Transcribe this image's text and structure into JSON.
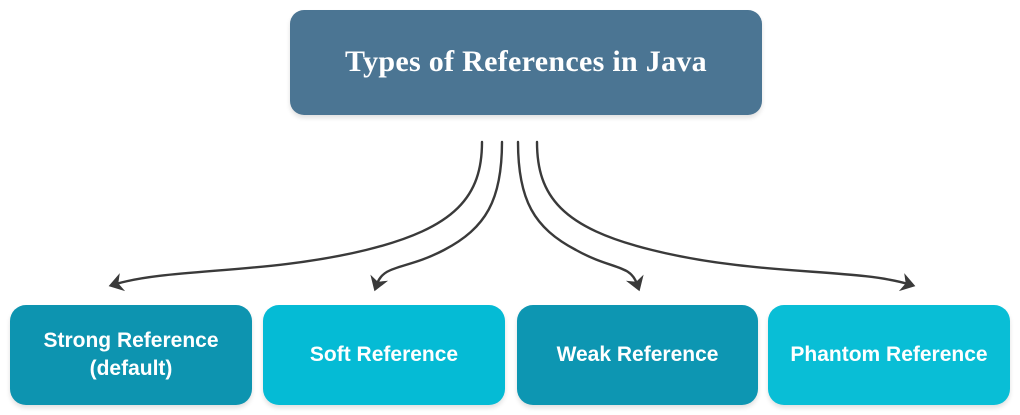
{
  "diagram": {
    "type": "hierarchy-tree",
    "background_color": "#ffffff",
    "root": {
      "label": "Types of References in Java",
      "fill_color": "#4b7593",
      "text_color": "#ffffff"
    },
    "connector": {
      "color": "#3a3a3a",
      "style": "curved-arrow",
      "count": 4
    },
    "leaves": [
      {
        "label": "Strong Reference\n(default)",
        "fill_color": "#0d94b0",
        "text_color": "#ffffff"
      },
      {
        "label": "Soft Reference",
        "fill_color": "#05bbd5",
        "text_color": "#ffffff"
      },
      {
        "label": "Weak Reference",
        "fill_color": "#0d96b2",
        "text_color": "#ffffff"
      },
      {
        "label": "Phantom Reference",
        "fill_color": "#09bed6",
        "text_color": "#ffffff"
      }
    ]
  }
}
